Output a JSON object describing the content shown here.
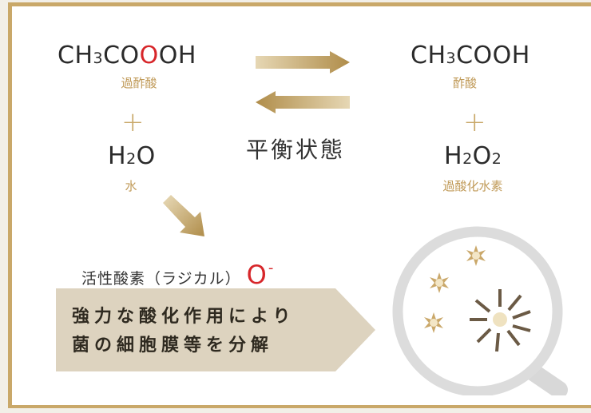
{
  "left": {
    "formula1": {
      "a": "CH",
      "b": "3",
      "c": "CO",
      "d": "O",
      "e": "OH"
    },
    "label1": "過酢酸",
    "plus": "+",
    "formula2": {
      "a": "H",
      "b": "2",
      "c": "O"
    },
    "label2": "水"
  },
  "right": {
    "formula1": {
      "a": "CH",
      "b": "3",
      "c": "COOH"
    },
    "label1": "酢酸",
    "plus": "+",
    "formula2": {
      "a": "H",
      "b": "2",
      "c": "O",
      "d": "2"
    },
    "label2": "過酸化水素"
  },
  "equilibrium_label": "平衡状態",
  "radical": {
    "label": "活性酸素（ラジカル）",
    "symbol": "O",
    "charge": "-"
  },
  "effect": {
    "line1": "強力な酸化作用により",
    "line2": "菌の細胞膜等を分解"
  },
  "colors": {
    "gold": "#c9a869",
    "red": "#d7262a",
    "band": "#ddd3bf",
    "lens": "#dcdcdc"
  }
}
